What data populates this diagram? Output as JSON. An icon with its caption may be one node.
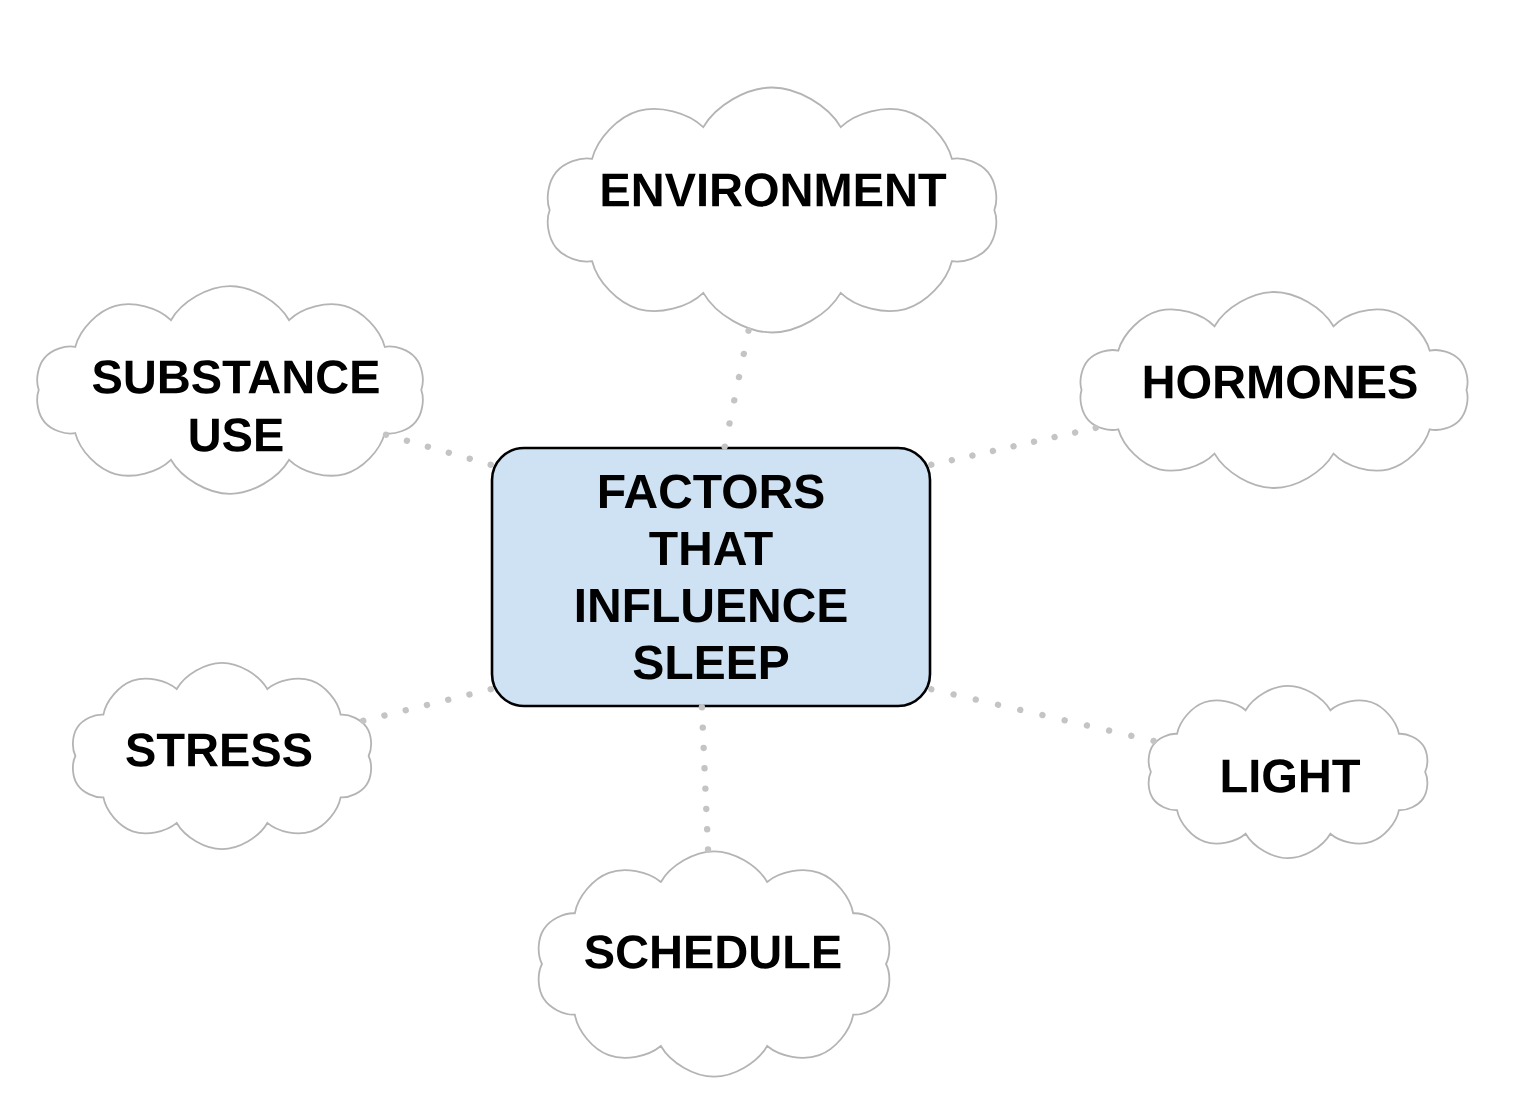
{
  "diagram": {
    "nodes": [
      {
        "text": [
          "FACTORS THAT INFLUENCE SLEEP"
        ]
      },
      {
        "text": [
          "ENVIRONMENT"
        ]
      },
      {
        "text": [
          "SUBSTANCE USE"
        ]
      },
      {
        "text": [
          "HORMONES"
        ]
      },
      {
        "text": [
          "STRESS"
        ]
      },
      {
        "text": [
          "LIGHT"
        ]
      },
      {
        "text": [
          "SCHEDULE"
        ]
      }
    ],
    "edges": [
      {
        "from": 0,
        "to": 1,
        "arrow": "none"
      },
      {
        "from": 0,
        "to": 2,
        "arrow": "none"
      },
      {
        "from": 0,
        "to": 3,
        "arrow": "none"
      },
      {
        "from": 0,
        "to": 4,
        "arrow": "none"
      },
      {
        "from": 0,
        "to": 5,
        "arrow": "none"
      },
      {
        "from": 0,
        "to": 6,
        "arrow": "none"
      }
    ]
  }
}
